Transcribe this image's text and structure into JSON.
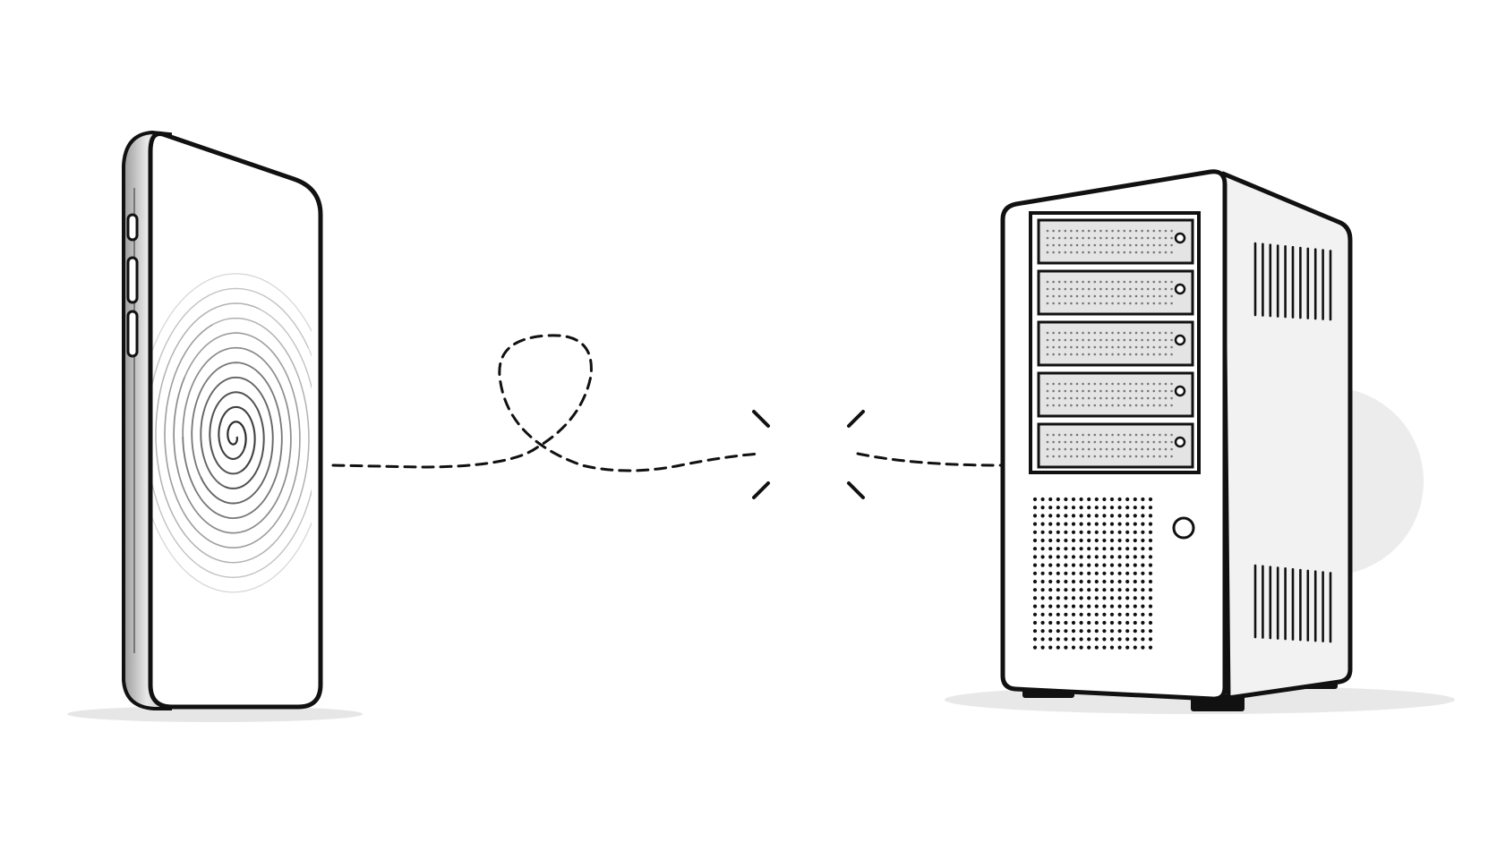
{
  "diagram": {
    "nodes": [
      {
        "id": "phone",
        "kind": "smartphone",
        "icon": "smartphone-icon",
        "screen": "spiral"
      },
      {
        "id": "server",
        "kind": "server-tower",
        "icon": "server-tower-icon",
        "drive_bays": 5
      }
    ],
    "connection": {
      "from": "phone",
      "to": "server",
      "style": "dashed",
      "status": "broken",
      "has_loop": true
    }
  },
  "colors": {
    "background": "#ffffff",
    "line": "#111111",
    "fill_light": "#f4f4f4",
    "fill_mid": "#e6e6e6",
    "shadow": "#e8e8e8"
  }
}
